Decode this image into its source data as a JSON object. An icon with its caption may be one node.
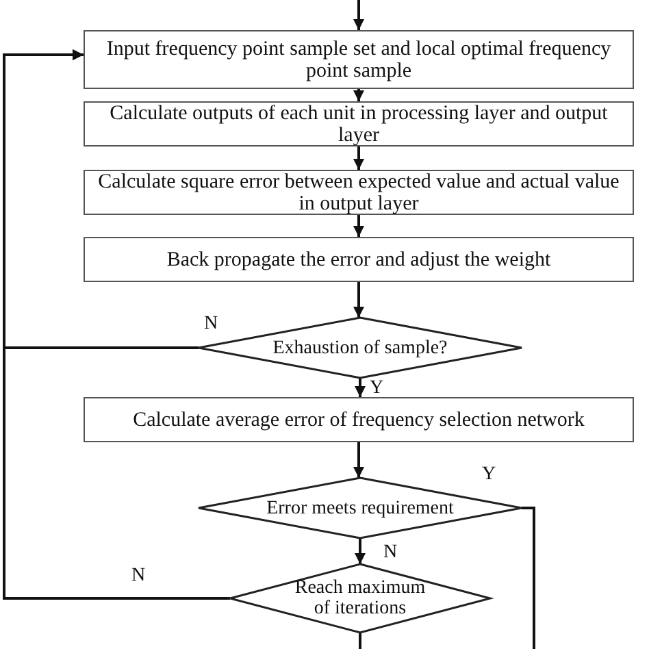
{
  "diagram": {
    "nodes": [
      {
        "text": [
          "Input frequency point sample set and local optimal frequency point sample"
        ]
      },
      {
        "text": [
          "Calculate outputs of each unit in processing layer and output layer"
        ]
      },
      {
        "text": [
          "Calculate square error between expected value and actual value in output layer"
        ]
      },
      {
        "text": [
          "Back propagate the error and adjust the weight"
        ]
      },
      {
        "text": [
          "Exhaustion of sample?"
        ]
      },
      {
        "text": [
          "Calculate average error of frequency selection network"
        ]
      },
      {
        "text": [
          "Error meets requirement"
        ]
      },
      {
        "text": [
          "Reach maximum of iterations"
        ]
      }
    ],
    "edges": [
      {
        "from": null,
        "to": 0,
        "arrow": "to"
      },
      {
        "from": 0,
        "to": 1,
        "arrow": "to"
      },
      {
        "from": 1,
        "to": 2,
        "arrow": "to"
      },
      {
        "from": 2,
        "to": 3,
        "arrow": "to"
      },
      {
        "from": 3,
        "to": 4,
        "arrow": "to"
      },
      {
        "from": 4,
        "to": 0,
        "arrow": "to",
        "label": "N"
      },
      {
        "from": 4,
        "to": 5,
        "arrow": "to",
        "label": "Y"
      },
      {
        "from": 5,
        "to": 6,
        "arrow": "to"
      },
      {
        "from": 6,
        "to": null,
        "arrow": "none",
        "label": "Y"
      },
      {
        "from": 6,
        "to": 7,
        "arrow": "to",
        "label": "N"
      },
      {
        "from": 7,
        "to": 0,
        "arrow": "to",
        "label": "N"
      },
      {
        "from": 7,
        "to": null,
        "arrow": "none"
      }
    ]
  }
}
